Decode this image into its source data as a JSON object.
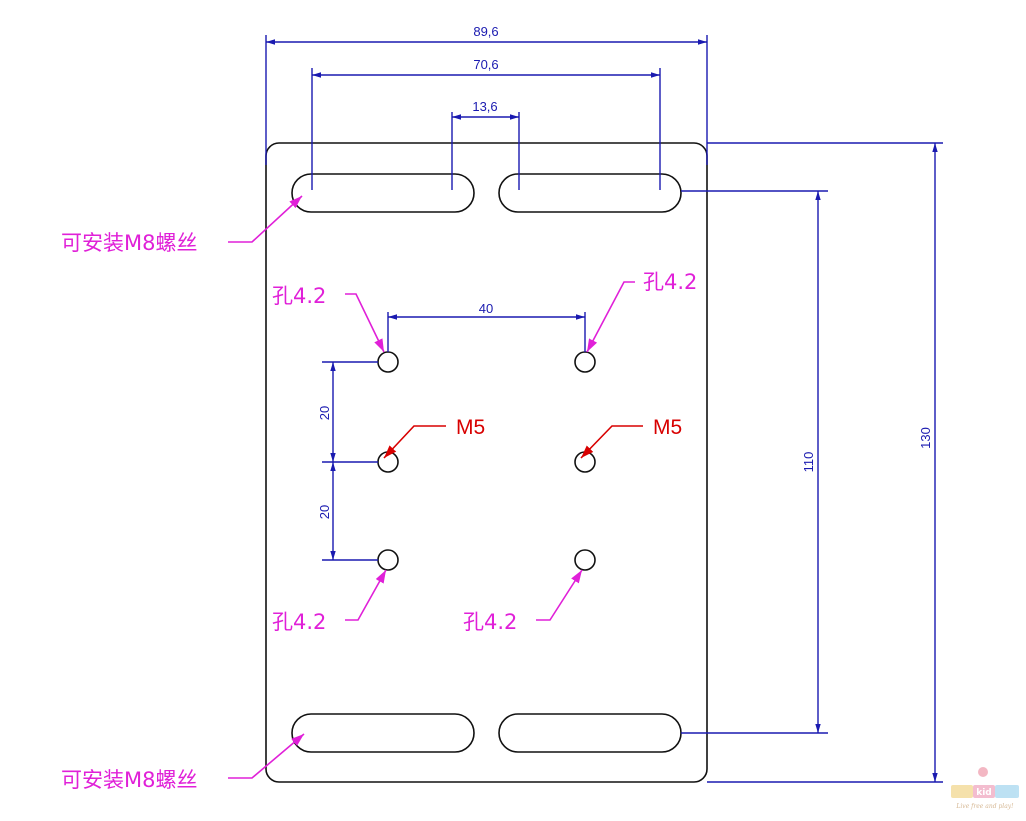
{
  "colors": {
    "outline": "#111111",
    "dimension": "#1a1ab0",
    "callout_magenta": "#e020d8",
    "callout_red": "#d80000"
  },
  "dimensions": {
    "overall_width": "89,6",
    "slot_span": "70,6",
    "slot_gap": "13,6",
    "hole_spacing_x": "40",
    "hole_spacing_y_top": "20",
    "hole_spacing_y_bottom": "20",
    "slot_center_distance": "110",
    "overall_height": "130"
  },
  "callouts": {
    "m8_top": "可安装M8螺丝",
    "m8_bottom": "可安装M8螺丝",
    "hole_top_left": "孔4.2",
    "hole_top_right": "孔4.2",
    "hole_bottom_left": "孔4.2",
    "hole_bottom_right": "孔4.2",
    "m5_left": "M5",
    "m5_right": "M5"
  },
  "watermark": {
    "brand": "kid",
    "tagline": "Live free and play!"
  }
}
